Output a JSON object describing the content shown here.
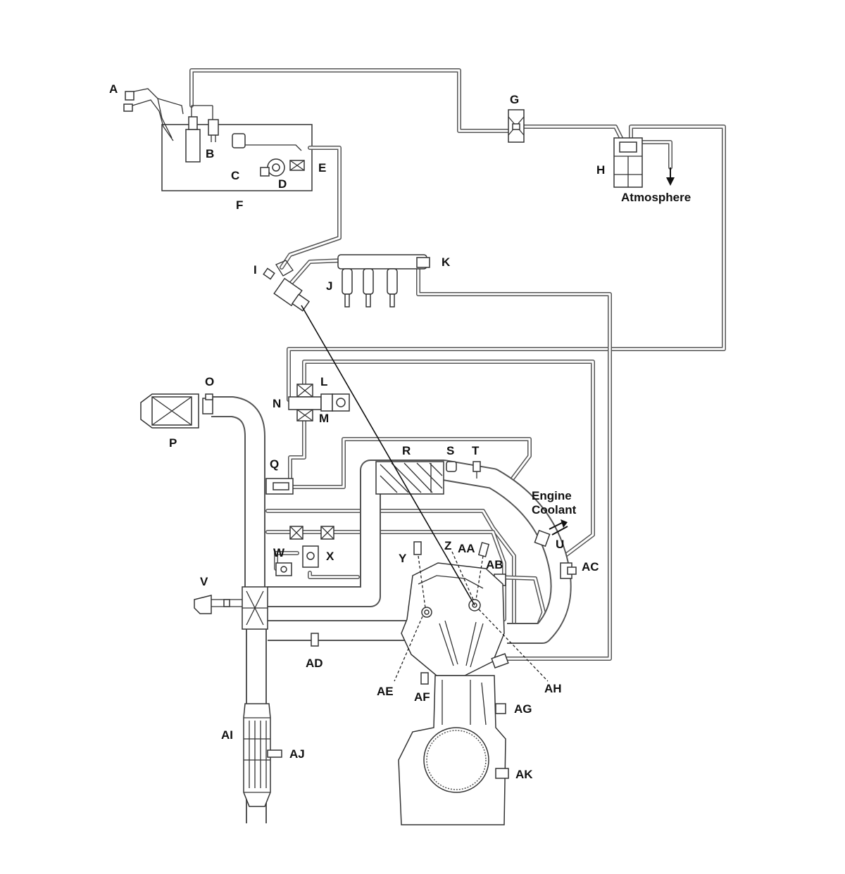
{
  "labels": {
    "A": "A",
    "B": "B",
    "C": "C",
    "D": "D",
    "E": "E",
    "F": "F",
    "G": "G",
    "H": "H",
    "atmosphere": "Atmosphere",
    "I": "I",
    "J": "J",
    "K": "K",
    "L": "L",
    "N": "N",
    "M": "M",
    "O": "O",
    "P": "P",
    "Q": "Q",
    "R": "R",
    "S": "S",
    "T": "T",
    "engine_coolant_line1": "Engine",
    "engine_coolant_line2": "Coolant",
    "U": "U",
    "V": "V",
    "W": "W",
    "X": "X",
    "Y": "Y",
    "Z": "Z",
    "AA": "AA",
    "AB": "AB",
    "AC": "AC",
    "AD": "AD",
    "AE": "AE",
    "AF": "AF",
    "AG": "AG",
    "AH": "AH",
    "AI": "AI",
    "AJ": "AJ",
    "AK": "AK"
  },
  "colors": {
    "line": "#555555",
    "ink": "#111111",
    "background": "#ffffff"
  }
}
